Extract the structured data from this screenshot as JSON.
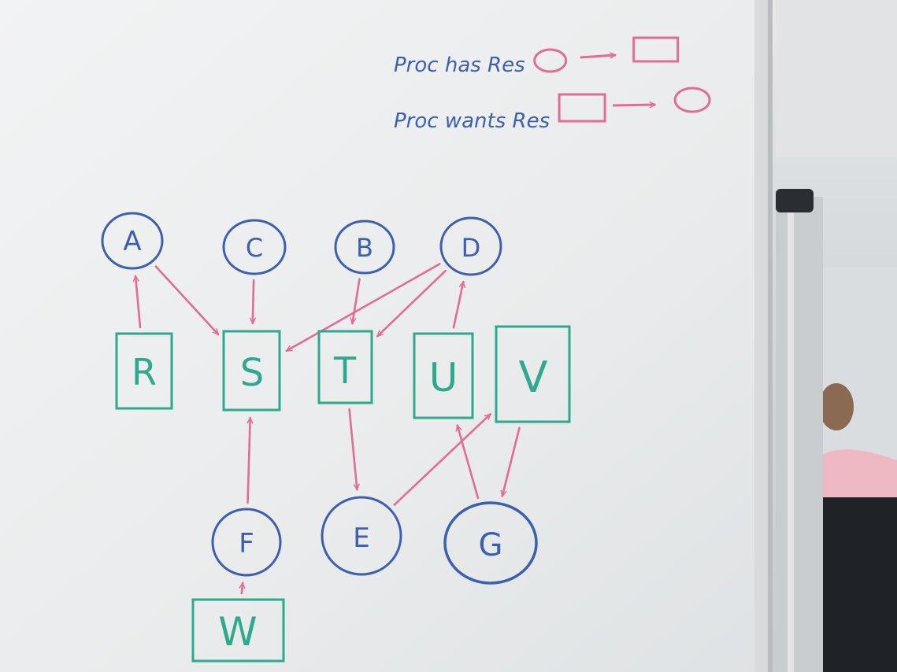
{
  "legend": [
    {
      "text": "Proc has Res",
      "from": "circle",
      "to": "rect"
    },
    {
      "text": "Proc wants Res",
      "from": "rect",
      "to": "circle"
    }
  ],
  "processes": [
    {
      "id": "A",
      "label": "A"
    },
    {
      "id": "C",
      "label": "C"
    },
    {
      "id": "B",
      "label": "B"
    },
    {
      "id": "D",
      "label": "D"
    },
    {
      "id": "F",
      "label": "F"
    },
    {
      "id": "E",
      "label": "E"
    },
    {
      "id": "G",
      "label": "G"
    }
  ],
  "resources": [
    {
      "id": "R",
      "label": "R"
    },
    {
      "id": "S",
      "label": "S"
    },
    {
      "id": "T",
      "label": "T"
    },
    {
      "id": "U",
      "label": "U"
    },
    {
      "id": "V",
      "label": "V"
    },
    {
      "id": "W",
      "label": "W"
    }
  ],
  "edges": [
    {
      "from": "R",
      "to": "A"
    },
    {
      "from": "A",
      "to": "S"
    },
    {
      "from": "C",
      "to": "S"
    },
    {
      "from": "B",
      "to": "T"
    },
    {
      "from": "D",
      "to": "S"
    },
    {
      "from": "D",
      "to": "T"
    },
    {
      "from": "U",
      "to": "D"
    },
    {
      "from": "F",
      "to": "S"
    },
    {
      "from": "T",
      "to": "E"
    },
    {
      "from": "E",
      "to": "V"
    },
    {
      "from": "G",
      "to": "U"
    },
    {
      "from": "V",
      "to": "G"
    },
    {
      "from": "W",
      "to": "F"
    }
  ],
  "colors": {
    "process": "#3d5fb0",
    "resource": "#2fa98b",
    "arrow": "#e26c93",
    "legend_text": "#3d5fb0",
    "board": "#eceeef"
  }
}
